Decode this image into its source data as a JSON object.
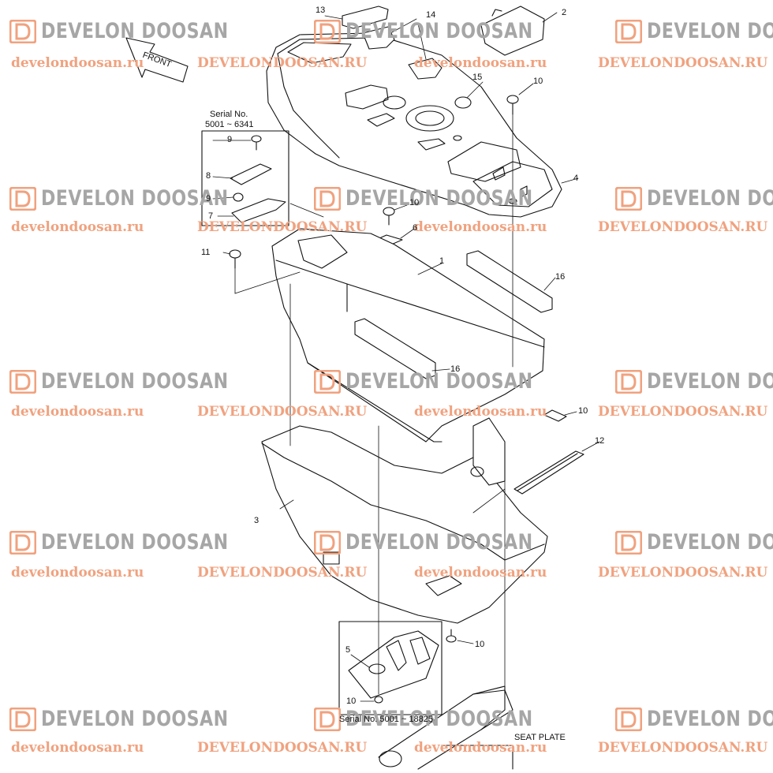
{
  "watermark": {
    "brand": "DEVELON DOOSAN",
    "url_lower": "develondoosan.ru",
    "url_upper": "DEVELONDOOSAN.RU",
    "brand_color": "#a6a6a6",
    "url_color": "#f0a27f",
    "logo_color": "#f0a27f"
  },
  "labels": {
    "front": "FRONT",
    "serial_top_line1": "Serial No.",
    "serial_top_line2": "5001 ~ 6341",
    "serial_bottom": "Serial No. 5001 ~ 18825",
    "seat_plate": "SEAT PLATE"
  },
  "callouts": {
    "p1": "1",
    "p2": "2",
    "p3": "3",
    "p4": "4",
    "p5": "5",
    "p6": "6",
    "p7": "7",
    "p8": "8",
    "p9a": "9",
    "p9b": "9",
    "p10a": "10",
    "p10b": "10",
    "p10c": "10",
    "p10d": "10",
    "p10e": "10",
    "p11": "11",
    "p12": "12",
    "p13": "13",
    "p14": "14",
    "p15": "15",
    "p16a": "16",
    "p16b": "16"
  }
}
